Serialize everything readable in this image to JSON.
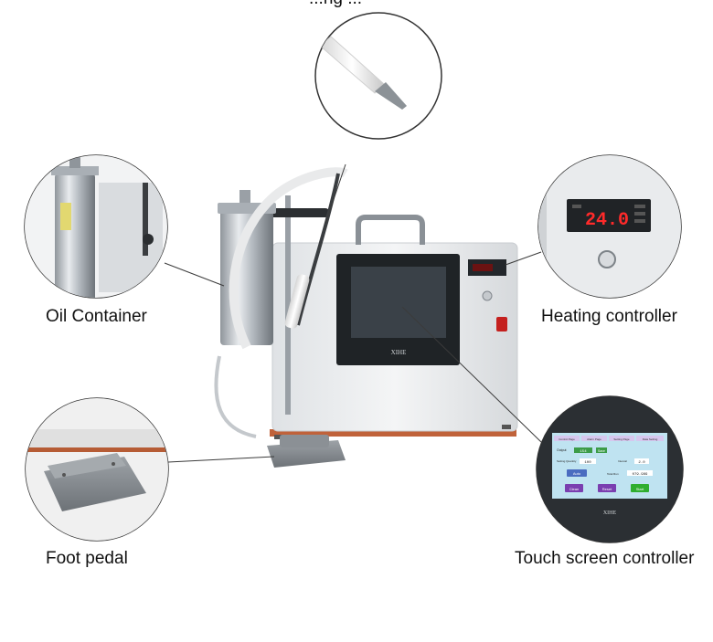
{
  "labels": {
    "oil_container": "Oil Container",
    "heating_controller": "Heating controller",
    "foot_pedal": "Foot pedal",
    "touch_screen_controller": "Touch screen controller",
    "top_partial": "...ng ..."
  },
  "device": {
    "screen_brand": "XIHE",
    "temperature_display": "24.0"
  },
  "touch_screen": {
    "tabs": [
      "Control Page",
      "Alarm Page",
      "Setting Page",
      "Data Setting"
    ],
    "output_label": "Output",
    "output_value": "154",
    "save_label": "Save",
    "setting_quantity_label": "Setting Quantity",
    "setting_quantity_value": "100",
    "auto_label": "Auto",
    "auto_right_label": "Interval",
    "auto_right_value": "2.0",
    "total_label": "Total Run",
    "total_value": "079.989",
    "clean_label": "Clean",
    "reset_label": "Reset",
    "start_label": "Start"
  },
  "colors": {
    "machine_body": "#eceef0",
    "led_red": "#ff2a2a",
    "screen_bg": "#bfe3f1",
    "button_purple": "#7a3fb0",
    "button_green": "#2fae2f",
    "base_strip": "#c0623a"
  }
}
